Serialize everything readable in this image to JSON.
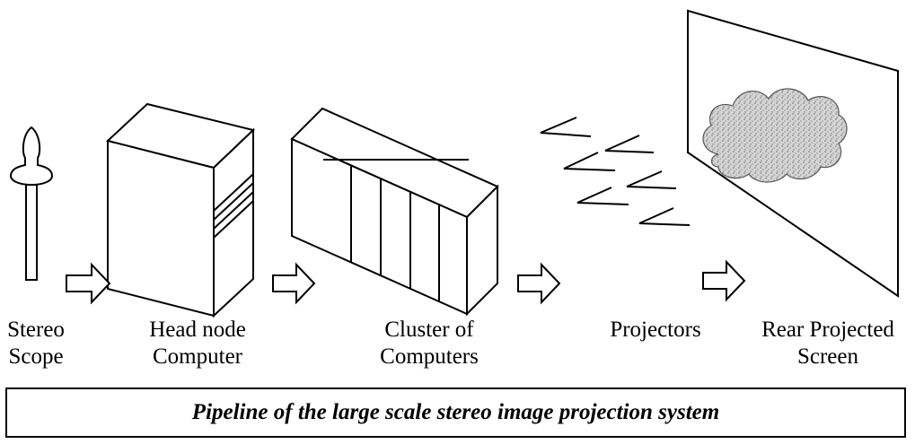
{
  "stages": [
    {
      "line1": "Stereo",
      "line2": "Scope"
    },
    {
      "line1": "Head node",
      "line2": "Computer"
    },
    {
      "line1": "Cluster of",
      "line2": "Computers"
    },
    {
      "line1": "Projectors",
      "line2": ""
    },
    {
      "line1": "Rear Projected",
      "line2": "Screen"
    }
  ],
  "caption": "Pipeline of the large scale stereo image projection system",
  "icons": [
    "stereo-scope-icon",
    "head-node-computer-icon",
    "computer-cluster-icon",
    "projectors-icon",
    "rear-projection-screen-icon",
    "cloud-image-icon",
    "flow-arrow-icon"
  ]
}
